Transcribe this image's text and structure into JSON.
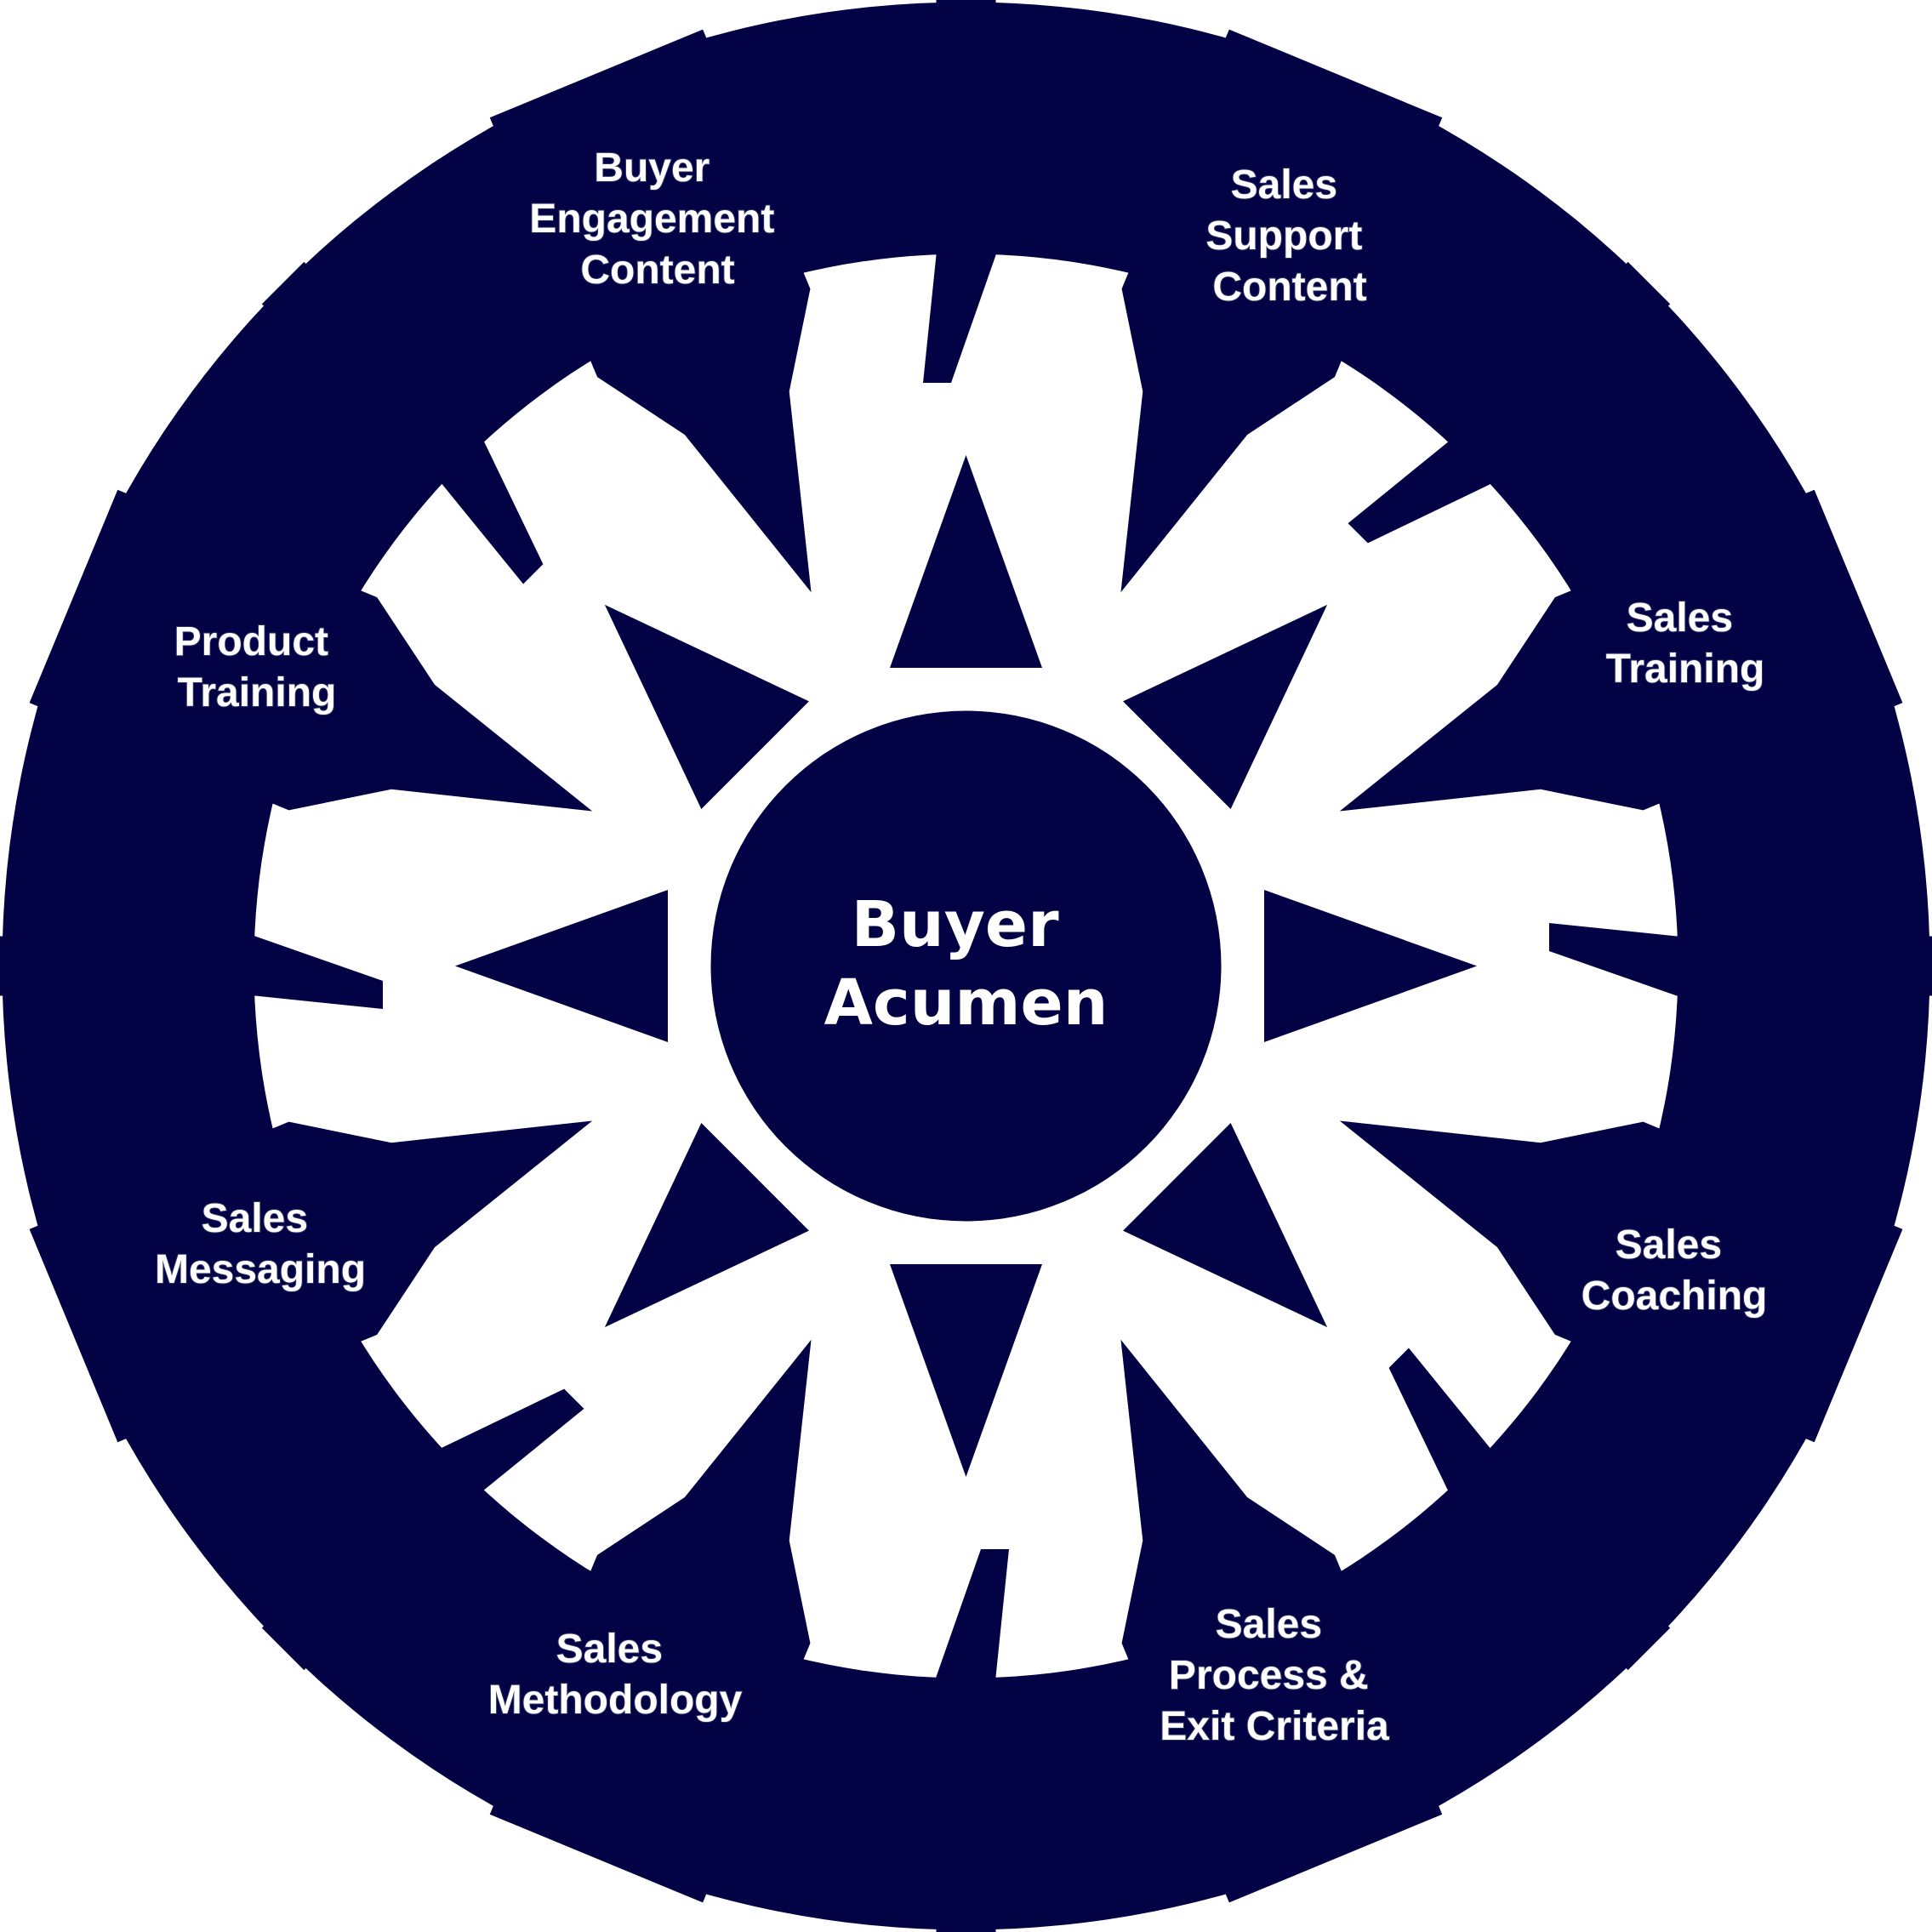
{
  "colors": {
    "navy": "#020244",
    "white": "#ffffff"
  },
  "center": {
    "lines": [
      "Buyer",
      "Acumen"
    ]
  },
  "segments": [
    {
      "id": "buyer-engagement-content",
      "lines": [
        "Buyer",
        "Engagement",
        "Content"
      ]
    },
    {
      "id": "sales-support-content",
      "lines": [
        "Sales",
        "Support",
        "Content"
      ]
    },
    {
      "id": "sales-training",
      "lines": [
        "Sales",
        "Training"
      ]
    },
    {
      "id": "sales-coaching",
      "lines": [
        "Sales",
        "Coaching"
      ]
    },
    {
      "id": "sales-process-exit-criteria",
      "lines": [
        "Sales",
        "Process &",
        "Exit Criteria"
      ]
    },
    {
      "id": "sales-methodology",
      "lines": [
        "Sales",
        "Methodology"
      ]
    },
    {
      "id": "sales-messaging",
      "lines": [
        "Sales",
        "Messaging"
      ]
    },
    {
      "id": "product-training",
      "lines": [
        "Product",
        "Training"
      ]
    }
  ]
}
